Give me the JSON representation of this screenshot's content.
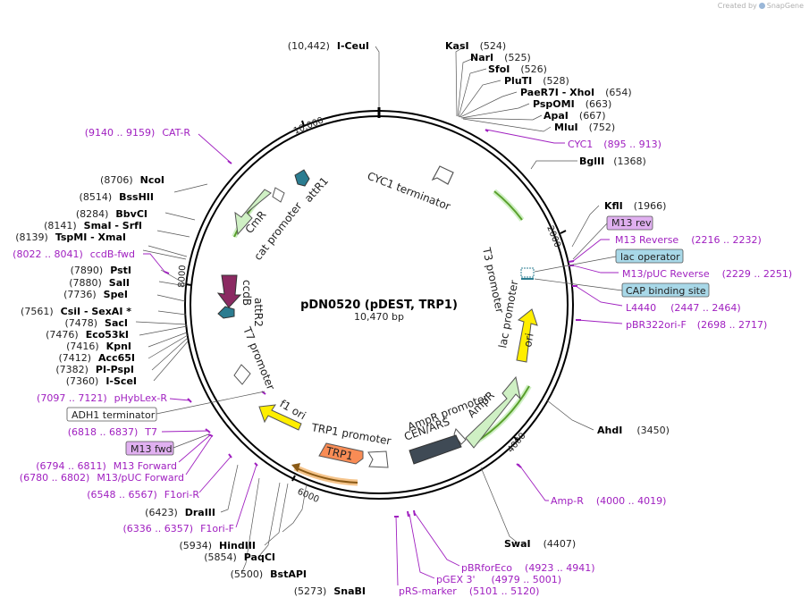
{
  "credit": {
    "prefix": "Created by",
    "product": "SnapGene"
  },
  "plasmid": {
    "name": "pDN0520 (pDEST, TRP1)",
    "size": "10,470 bp"
  },
  "ticks": [
    "10,000",
    "2000",
    "4000",
    "6000",
    "8000"
  ],
  "enzymes_right": [
    {
      "name": "KasI",
      "pos": "(524)"
    },
    {
      "name": "NarI",
      "pos": "(525)"
    },
    {
      "name": "SfoI",
      "pos": "(526)"
    },
    {
      "name": "PluTI",
      "pos": "(528)"
    },
    {
      "name": "PaeR7I - XhoI",
      "pos": "(654)"
    },
    {
      "name": "PspOMI",
      "pos": "(663)"
    },
    {
      "name": "ApaI",
      "pos": "(667)"
    },
    {
      "name": "MluI",
      "pos": "(752)"
    },
    {
      "name": "BglII",
      "pos": "(1368)"
    },
    {
      "name": "KflI",
      "pos": "(1966)"
    },
    {
      "name": "AhdI",
      "pos": "(3450)"
    },
    {
      "name": "SwaI",
      "pos": "(4407)"
    }
  ],
  "enzymes_top": [
    {
      "name": "I-CeuI",
      "pos": "(10,442)"
    }
  ],
  "enzymes_left": [
    {
      "name": "NcoI",
      "pos": "(8706)"
    },
    {
      "name": "BssHII",
      "pos": "(8514)"
    },
    {
      "name": "BbvCI",
      "pos": "(8284)"
    },
    {
      "name": "SmaI - SrfI",
      "pos": "(8141)"
    },
    {
      "name": "TspMI - XmaI",
      "pos": "(8139)"
    },
    {
      "name": "PstI",
      "pos": "(7890)"
    },
    {
      "name": "SalI",
      "pos": "(7880)"
    },
    {
      "name": "SpeI",
      "pos": "(7736)"
    },
    {
      "name": "CsiI - SexAI *",
      "pos": "(7561)"
    },
    {
      "name": "SacI",
      "pos": "(7478)"
    },
    {
      "name": "Eco53kI",
      "pos": "(7476)"
    },
    {
      "name": "KpnI",
      "pos": "(7416)"
    },
    {
      "name": "Acc65I",
      "pos": "(7412)"
    },
    {
      "name": "PI-PspI",
      "pos": "(7382)"
    },
    {
      "name": "I-SceI",
      "pos": "(7360)"
    }
  ],
  "enzymes_bottom": [
    {
      "name": "DraIII",
      "pos": "(6423)"
    },
    {
      "name": "HindIII",
      "pos": "(5934)"
    },
    {
      "name": "PaqCI",
      "pos": "(5854)"
    },
    {
      "name": "BstAPI",
      "pos": "(5500)"
    },
    {
      "name": "SnaBI",
      "pos": "(5273)"
    }
  ],
  "primers": [
    {
      "name": "CYC1",
      "range": "(895 .. 913)"
    },
    {
      "name": "M13 Reverse",
      "range": "(2216 .. 2232)"
    },
    {
      "name": "M13/pUC Reverse",
      "range": "(2229 .. 2251)"
    },
    {
      "name": "L4440",
      "range": "(2447 .. 2464)"
    },
    {
      "name": "pBR322ori-F",
      "range": "(2698 .. 2717)"
    },
    {
      "name": "Amp-R",
      "range": "(4000 .. 4019)"
    },
    {
      "name": "pBRforEco",
      "range": "(4923 .. 4941)"
    },
    {
      "name": "pGEX 3'",
      "range": "(4979 .. 5001)"
    },
    {
      "name": "pRS-marker",
      "range": "(5101 .. 5120)"
    },
    {
      "name": "CAT-R",
      "range": "(9140 .. 9159)"
    },
    {
      "name": "ccdB-fwd",
      "range": "(8022 .. 8041)"
    },
    {
      "name": "pHybLex-R",
      "range": "(7097 .. 7121)"
    },
    {
      "name": "T7",
      "range": "(6818 .. 6837)"
    },
    {
      "name": "M13 Forward",
      "range": "(6794 .. 6811)"
    },
    {
      "name": "M13/pUC Forward",
      "range": "(6780 .. 6802)"
    },
    {
      "name": "F1ori-R",
      "range": "(6548 .. 6567)"
    },
    {
      "name": "F1ori-F",
      "range": "(6336 .. 6357)"
    }
  ],
  "boxed": {
    "m13_rev": "M13 rev",
    "lac_operator": "lac operator",
    "cap_site": "CAP binding site",
    "adh1": "ADH1 terminator",
    "m13_fwd": "M13 fwd"
  },
  "features": {
    "cyc1_term": "CYC1 terminator",
    "t3": "T3 promoter",
    "lac_prom": "lac promoter",
    "ori": "ori",
    "ampr": "AmpR",
    "ampr_prom": "AmpR promoter",
    "cen_ars": "CEN/ARS",
    "trp1_prom": "TRP1 promoter",
    "trp1": "TRP1",
    "f1": "f1 ori",
    "t7": "T7 promoter",
    "attr2": "attR2",
    "ccdb": "ccdB",
    "cat_prom": "cat promoter",
    "cmr": "CmR",
    "attr1": "attR1"
  },
  "colors": {
    "feature_green": "#cff0c4",
    "yellow": "#ffee00",
    "orange": "#f98c55",
    "dark": "#3f4a55",
    "purple": "#8b2a62",
    "teal": "#2b7c90",
    "primer": "#a020c0",
    "lac_box": "#a8d8e8",
    "m13_box": "#e0b0f0"
  }
}
